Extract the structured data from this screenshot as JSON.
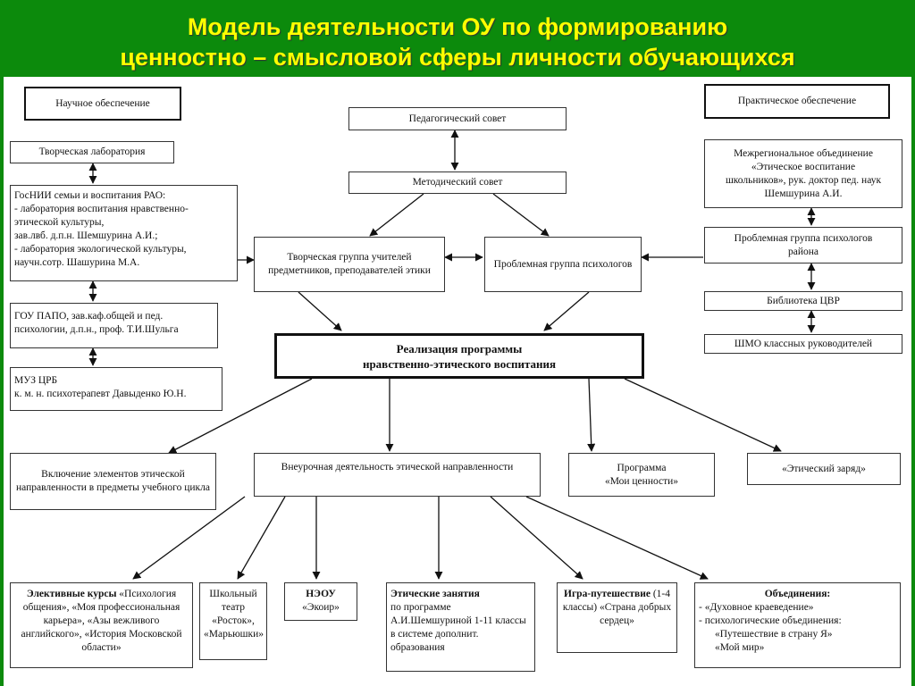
{
  "title": {
    "line1": "Модель деятельности ОУ по формированию",
    "line2": "ценностно – смысловой сферы личности обучающихся"
  },
  "colors": {
    "frame": "#0c8a0c",
    "title": "#ffff00"
  },
  "diagram": {
    "science": "Научное обеспечение",
    "practice": "Практическое обеспечение",
    "ped_council": "Педагогический совет",
    "method_council": "Методический совет",
    "creative_group": "Творческая группа учителей предметников, преподавателей этики",
    "problem_group": "Проблемная группа психологов",
    "realization": {
      "line1": "Реализация программы",
      "line2": "нравственно-этического воспитания"
    },
    "left_col": {
      "creative_lab": "Творческая лаборатория",
      "gosnii": [
        "ГосНИИ семьи и воспитания РАО:",
        "- лаборатория воспитания нравственно-",
        "этической культуры,",
        "зав.лвб. д.п.н. Шемшурина А.И.;",
        "- лаборатория экологической культуры,",
        "научн.сотр. Шашурина М.А."
      ],
      "gou_pano": [
        "ГОУ ПАПО, зав.каф.общей и пед.",
        "психологии, д.п.н., проф. Т.И.Шульга"
      ],
      "muz_crb": [
        "МУЗ ЦРБ",
        "к. м. н. психотерапевт Давыденко Ю.Н."
      ]
    },
    "right_col": {
      "interregional": [
        "Межрегиональное объединение",
        "«Этическое воспитание",
        "школьников», рук. доктор пед. наук",
        "Шемшурина А.И."
      ],
      "district_psy": [
        "Проблемная группа психологов",
        "района"
      ],
      "library": "Библиотека ЦВР",
      "shmo": "ШМО классных руководителей"
    },
    "level3": {
      "inclusion": "Включение элементов этической направленности в предметы учебного цикла",
      "extracurricular": "Внеурочная деятельность этической направленности",
      "program": [
        "Программа",
        "«Мои ценности»"
      ],
      "charge": "«Этический заряд»"
    },
    "level4": {
      "electives": {
        "head": "Элективные курсы",
        "text": "«Психология общения», «Моя профессиональная карьера», «Азы вежливого английского», «История Московской области»"
      },
      "theatre": {
        "head": "Школьный театр",
        "text": "«Росток», «Марьюшки»"
      },
      "neou": {
        "head": "НЭОУ",
        "text": "«Экоир»"
      },
      "ethics": {
        "head": "Этические занятия",
        "text": "по программе А.И.Шемшуриной 1-11 классы в системе дополнит. образования"
      },
      "game": {
        "head": "Игра-путешествие",
        "text": "(1-4 классы) «Страна добрых сердец»"
      },
      "unions": {
        "head": "Объединения:",
        "items": [
          "- «Духовное краеведение»",
          "- психологические объединения:",
          "«Путешествие в страну Я»",
          "«Мой мир»"
        ]
      }
    }
  }
}
